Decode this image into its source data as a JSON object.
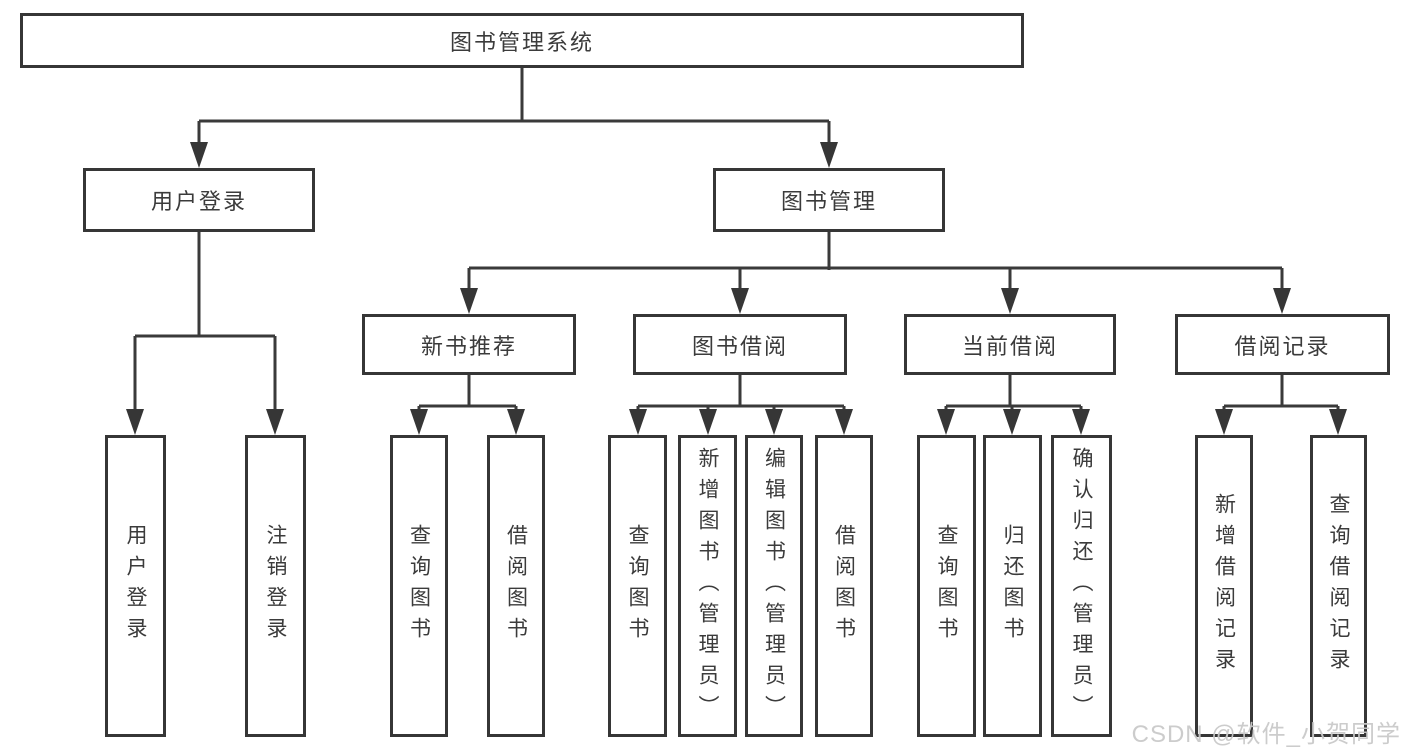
{
  "diagram_type": "hierarchy-tree",
  "colors": {
    "line": "#3a3a3a",
    "border": "#363636",
    "text": "#3b3b3b",
    "background": "#ffffff",
    "watermark": "#c9c9c9"
  },
  "watermark": "CSDN @软件_小贺同学",
  "tree": {
    "root": {
      "label": "图书管理系统",
      "children": [
        {
          "label": "用户登录",
          "children": [
            {
              "label": "用户登录"
            },
            {
              "label": "注销登录"
            }
          ]
        },
        {
          "label": "图书管理",
          "children": [
            {
              "label": "新书推荐",
              "children": [
                {
                  "label": "查询图书"
                },
                {
                  "label": "借阅图书"
                }
              ]
            },
            {
              "label": "图书借阅",
              "children": [
                {
                  "label": "查询图书"
                },
                {
                  "label": "新增图书（管理员）"
                },
                {
                  "label": "编辑图书（管理员）"
                },
                {
                  "label": "借阅图书"
                }
              ]
            },
            {
              "label": "当前借阅",
              "children": [
                {
                  "label": "查询图书"
                },
                {
                  "label": "归还图书"
                },
                {
                  "label": "确认归还（管理员）"
                }
              ]
            },
            {
              "label": "借阅记录",
              "children": [
                {
                  "label": "新增借阅记录"
                },
                {
                  "label": "查询借阅记录"
                }
              ]
            }
          ]
        }
      ]
    }
  }
}
